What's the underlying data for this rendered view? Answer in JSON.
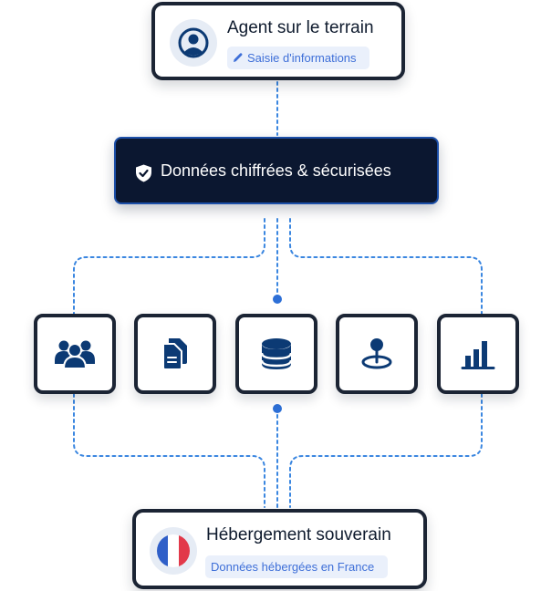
{
  "top_card": {
    "title": "Agent sur le terrain",
    "tag": "Saisie d'informations",
    "icon": "user-icon",
    "tag_icon": "pencil-icon"
  },
  "security_bar": {
    "label": "Données chiffrées & sécurisées",
    "icon": "shield-check-icon"
  },
  "modules": [
    {
      "icon": "users-group-icon"
    },
    {
      "icon": "documents-icon"
    },
    {
      "icon": "database-icon"
    },
    {
      "icon": "map-pin-icon"
    },
    {
      "icon": "bar-chart-icon"
    }
  ],
  "bottom_card": {
    "title": "Hébergement souverain",
    "tag": "Données hébergées en France",
    "icon": "french-flag-icon"
  },
  "colors": {
    "navy": "#0b1730",
    "card_border": "#1b2434",
    "accent_blue": "#2d6fd6",
    "icon_navy": "#0c3a74",
    "tag_bg": "#eaf0fb",
    "tag_text": "#3e6fd8",
    "flag_blue": "#2f5fc8",
    "flag_red": "#e2394a"
  }
}
